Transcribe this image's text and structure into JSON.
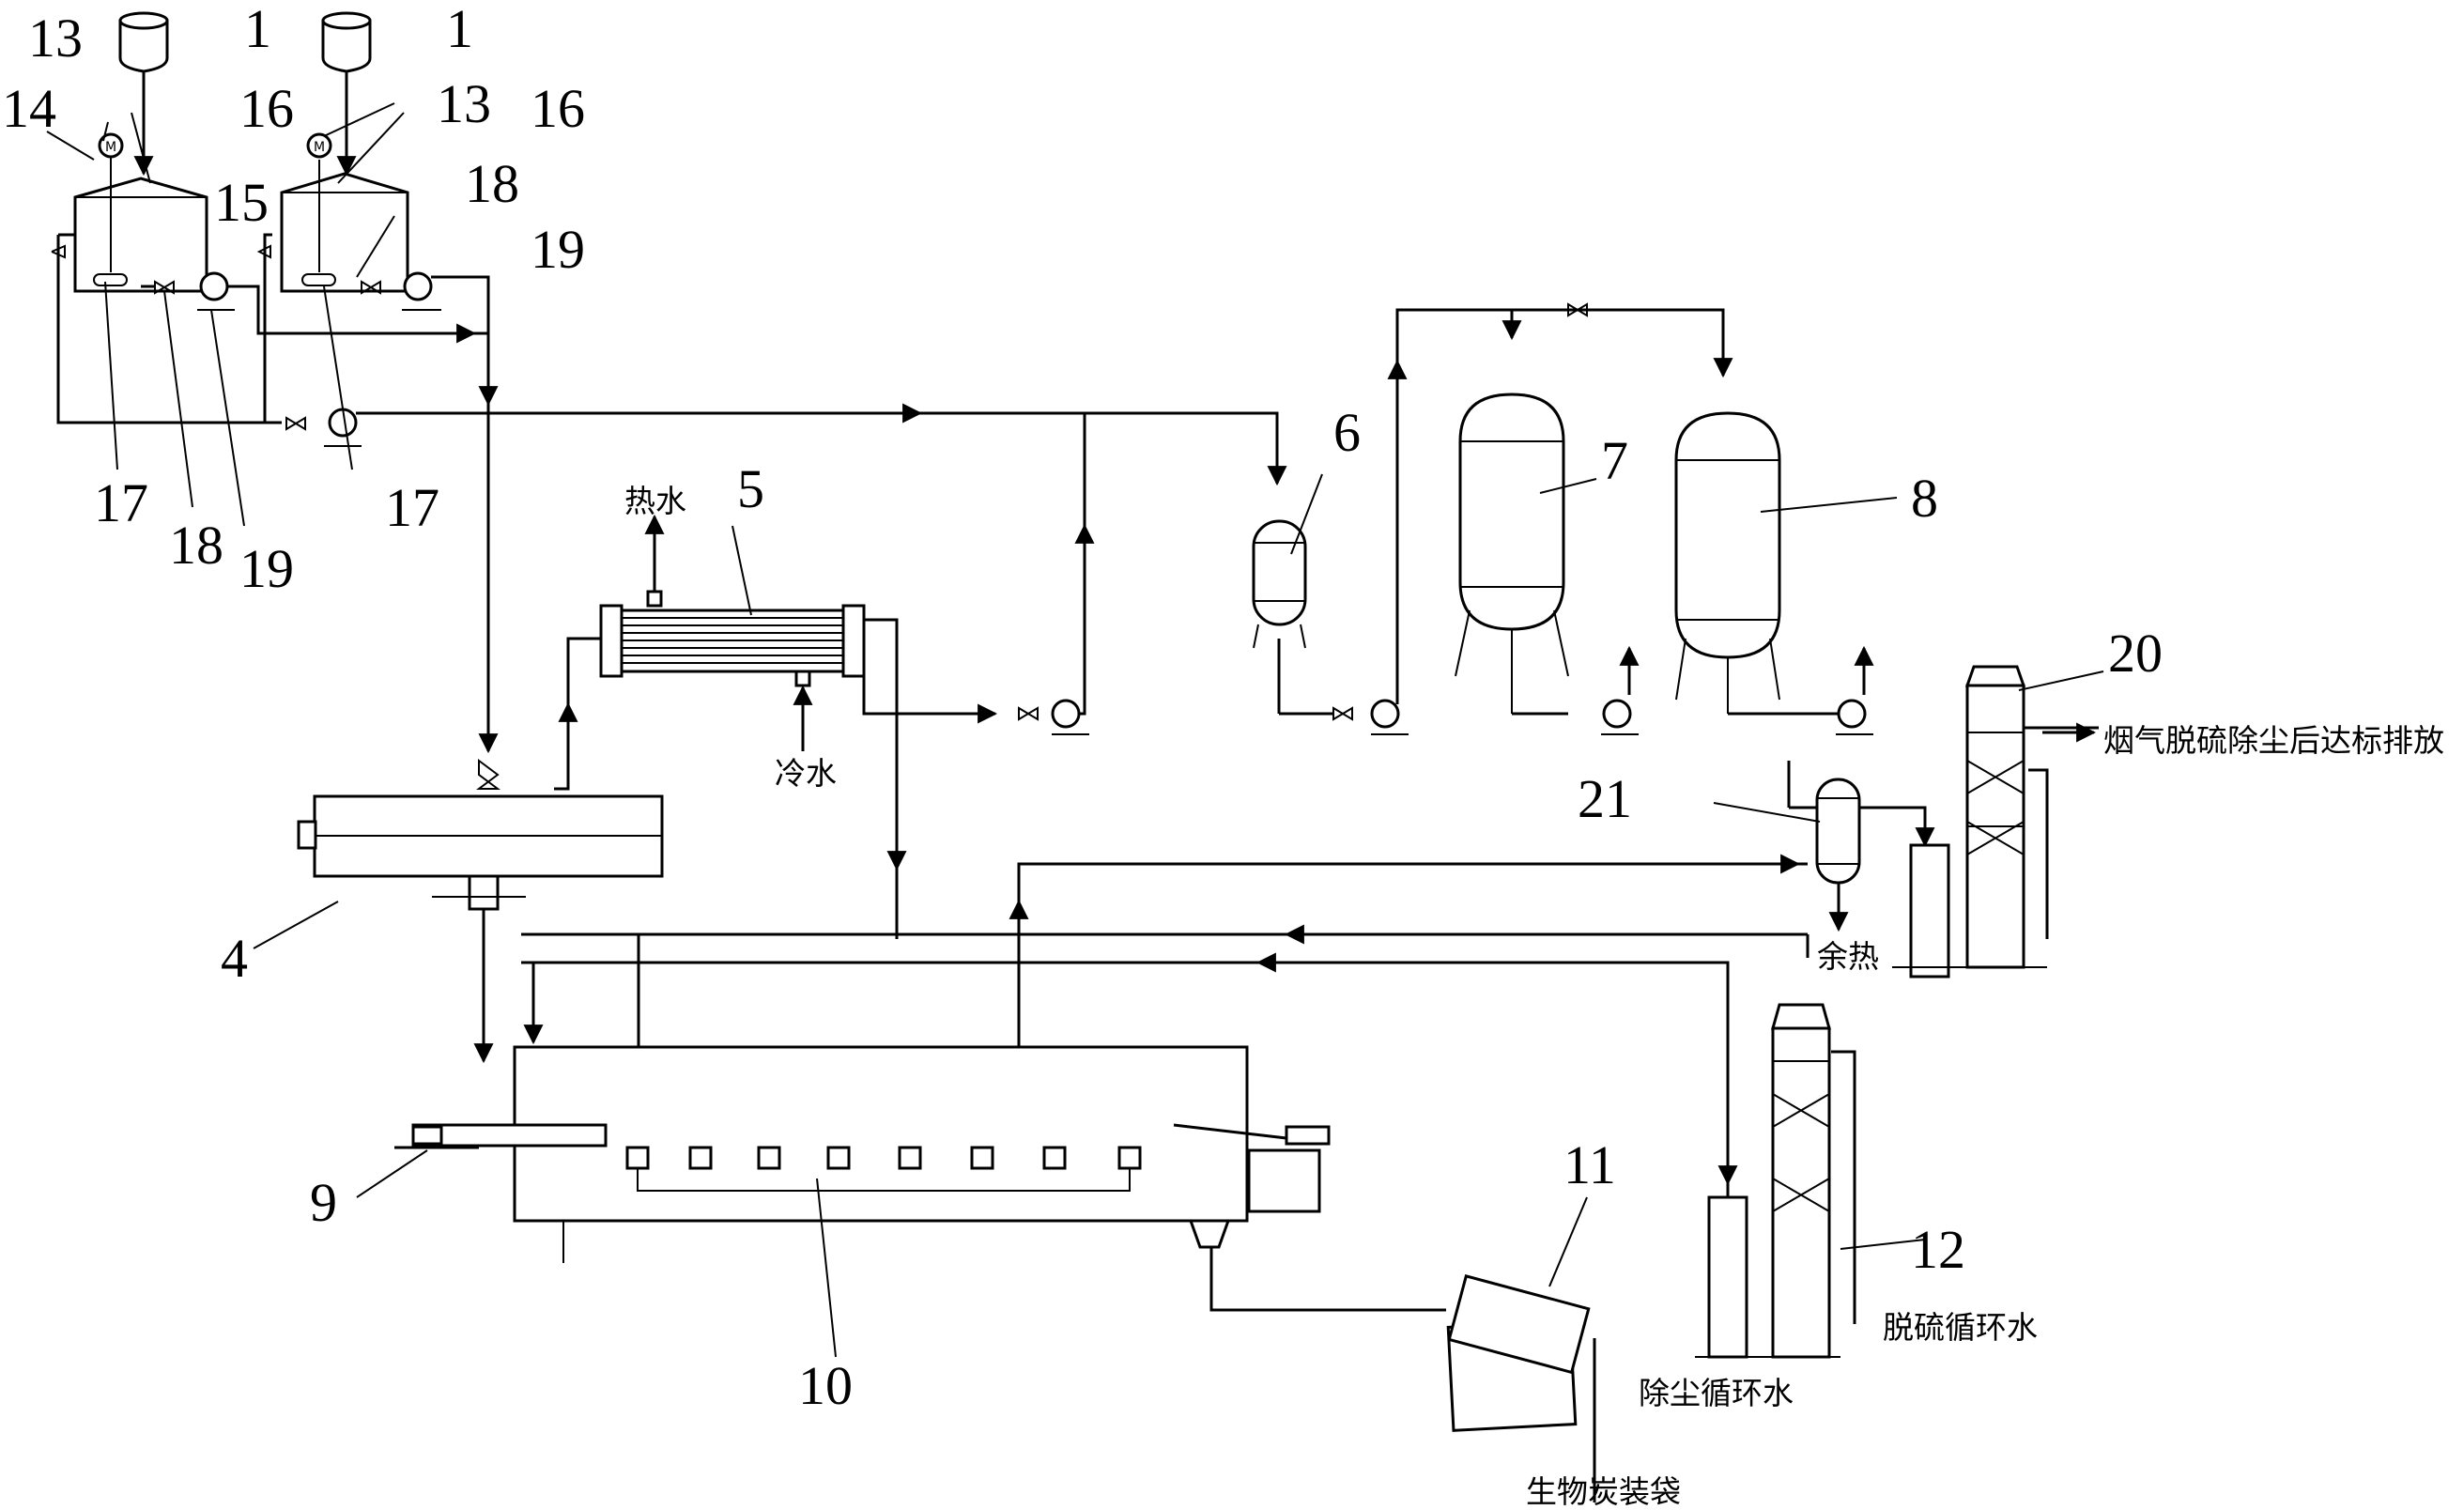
{
  "labels": {
    "n1a": "1",
    "n1b": "1",
    "n13a": "13",
    "n13b": "13",
    "n14": "14",
    "n15": "15",
    "n16a": "16",
    "n16b": "16",
    "n17a": "17",
    "n17b": "17",
    "n18a": "18",
    "n18b": "18",
    "n19a": "19",
    "n19b": "19",
    "n4": "4",
    "n5": "5",
    "n6": "6",
    "n7": "7",
    "n8": "8",
    "n9": "9",
    "n10": "10",
    "n11": "11",
    "n12": "12",
    "n20": "20",
    "n21": "21"
  },
  "text": {
    "hot_water": "热水",
    "cold_water": "冷水",
    "waste_heat": "余热",
    "flue_gas_discharge": "烟气脱硫除尘后达标排放",
    "desulfurization_water": "脱硫循环水",
    "dust_removal_water": "除尘循环水",
    "biochar_bagging": "生物炭装袋"
  }
}
